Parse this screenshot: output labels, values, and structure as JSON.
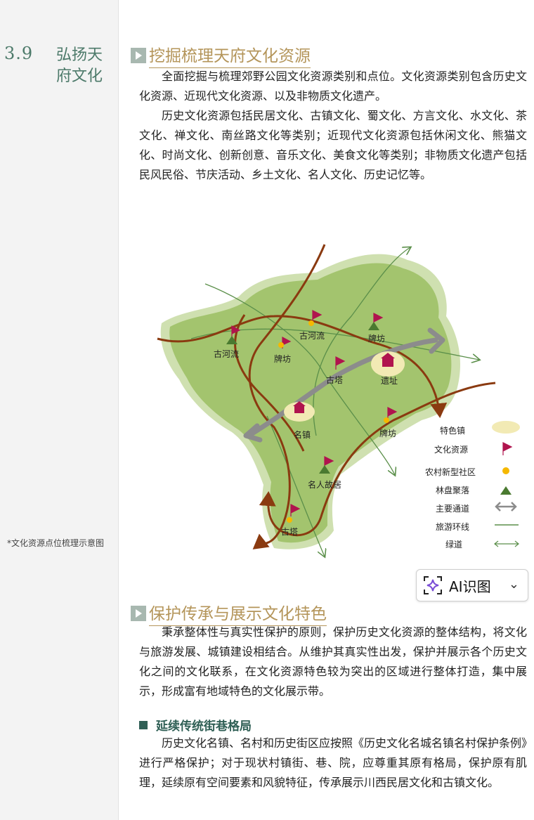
{
  "chapter": {
    "number": "3.9",
    "title": "弘扬天府文化"
  },
  "caption": "*文化资源点位梳理示意图",
  "section1": {
    "heading": "挖掘梳理天府文化资源",
    "paragraphs": [
      "全面挖掘与梳理郊野公园文化资源类别和点位。文化资源类别包含历史文化资源、近现代文化资源、以及非物质文化遗产。",
      "历史文化资源包括民居文化、古镇文化、蜀文化、方言文化、水文化、茶文化、禅文化、南丝路文化等类别；近现代文化资源包括休闲文化、熊猫文化、时尚文化、创新创意、音乐文化、美食文化等类别；非物质文化遗产包括民风民俗、节庆活动、乡土文化、名人文化、历史记忆等。"
    ]
  },
  "map": {
    "labels": [
      "古河流",
      "古河流",
      "牌坊",
      "牌坊",
      "古塔",
      "遗址",
      "名镇",
      "牌坊",
      "名人故居",
      "古塔"
    ],
    "legend": [
      "特色镇",
      "文化资源",
      "农村新型社区",
      "林盘聚落",
      "主要通道",
      "旅游环线",
      "绿道"
    ],
    "colors": {
      "land": "#a3c46e",
      "halo": "#cfe0b0",
      "road": "#8a3a10",
      "trail": "#5b8f4a",
      "flag": "#b0144e",
      "dot": "#f5b800",
      "tree": "#4a7a30",
      "town": "#f2eab4",
      "channel": "#8c8c8c"
    }
  },
  "ai_button": {
    "label": "AI识图",
    "icon": "sparkle-scan-icon",
    "chevron": "chevron-down-icon"
  },
  "section2": {
    "heading": "保护传承与展示文化特色",
    "paragraph": "秉承整体性与真实性保护的原则，保护历史文化资源的整体结构，将文化与旅游发展、城镇建设相结合。从维护其真实性出发，保护并展示各个历史文化之间的文化联系，在文化资源特色较为突出的区域进行整体打造，集中展示，形成富有地域特色的文化展示带。"
  },
  "subsection": {
    "heading": "延续传统街巷格局",
    "paragraph": "历史文化名镇、名村和历史街区应按照《历史文化名城名镇名村保护条例》进行严格保护；对于现状村镇街、巷、院，应尊重其原有格局，保护原有肌理，延续原有空间要素和风貌特征，传承展示川西民居文化和古镇文化。"
  }
}
